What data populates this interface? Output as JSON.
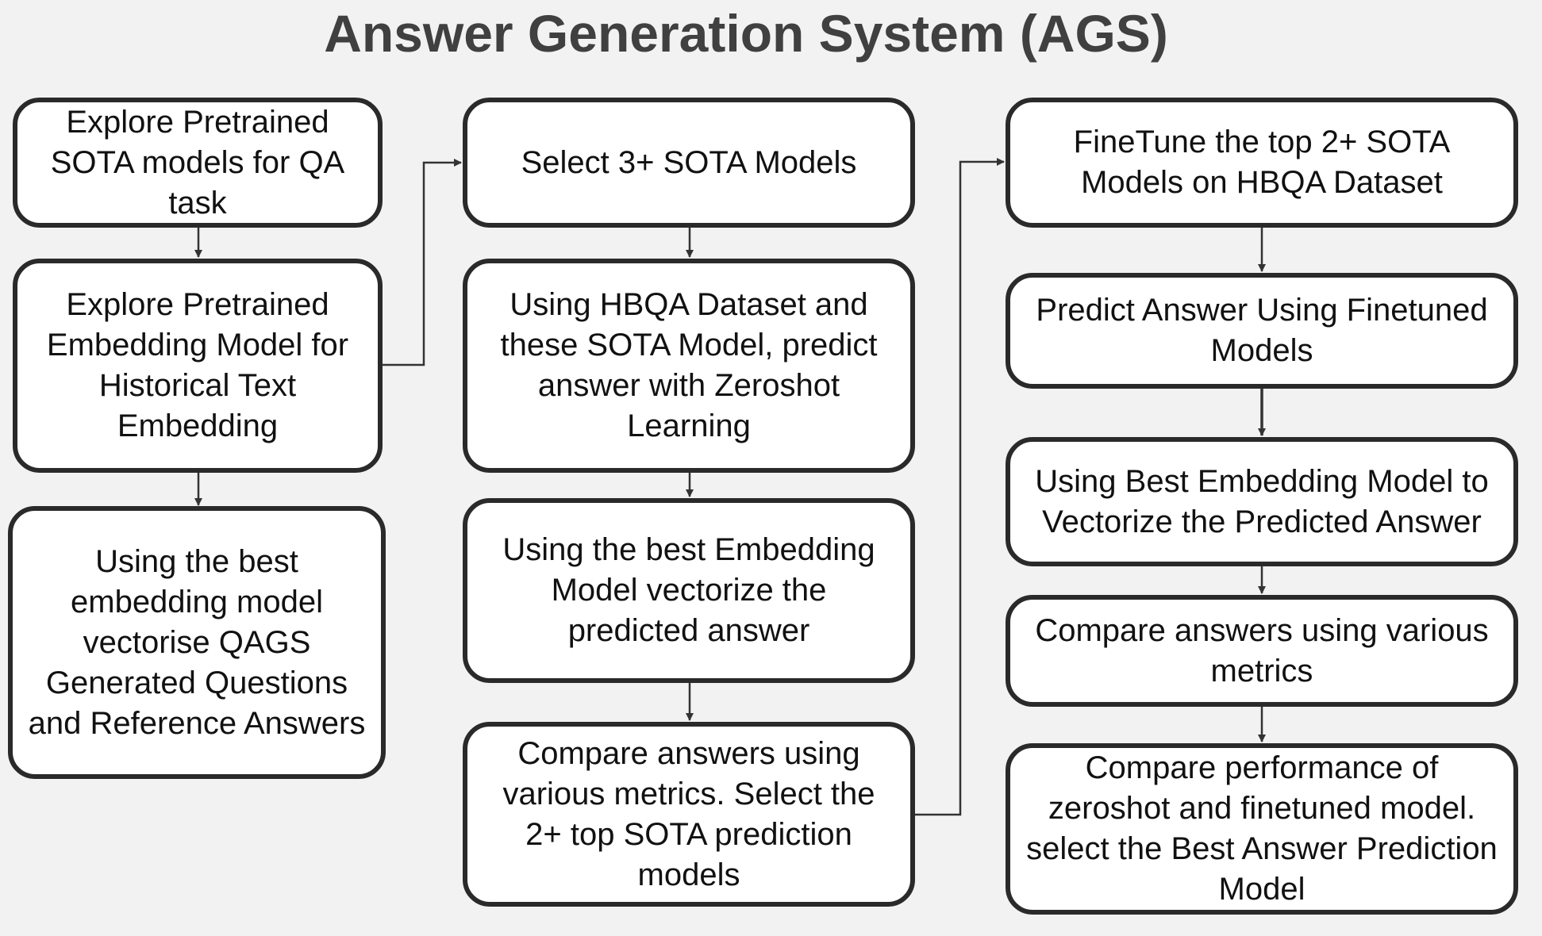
{
  "title": "Answer Generation System (AGS)",
  "columns": [
    {
      "boxes": [
        {
          "text": "Explore Pretrained SOTA models for QA task"
        },
        {
          "text": "Explore Pretrained Embedding Model for Historical Text Embedding"
        },
        {
          "text": "Using the best embedding model vectorise QAGS Generated Questions and Reference Answers"
        }
      ]
    },
    {
      "boxes": [
        {
          "text": "Select 3+ SOTA Models"
        },
        {
          "text": "Using HBQA Dataset and these SOTA Model, predict answer with Zeroshot Learning"
        },
        {
          "text": "Using the best Embedding Model vectorize the predicted answer"
        },
        {
          "text": "Compare answers using various metrics. Select the 2+ top SOTA prediction models"
        }
      ]
    },
    {
      "boxes": [
        {
          "text": "FineTune the top 2+ SOTA Models on HBQA Dataset"
        },
        {
          "text": "Predict Answer Using Finetuned Models"
        },
        {
          "text": "Using Best Embedding Model to Vectorize the Predicted Answer"
        },
        {
          "text": "Compare answers using various metrics"
        },
        {
          "text": "Compare performance of zeroshot and finetuned model. select the Best Answer Prediction Model"
        }
      ]
    }
  ]
}
